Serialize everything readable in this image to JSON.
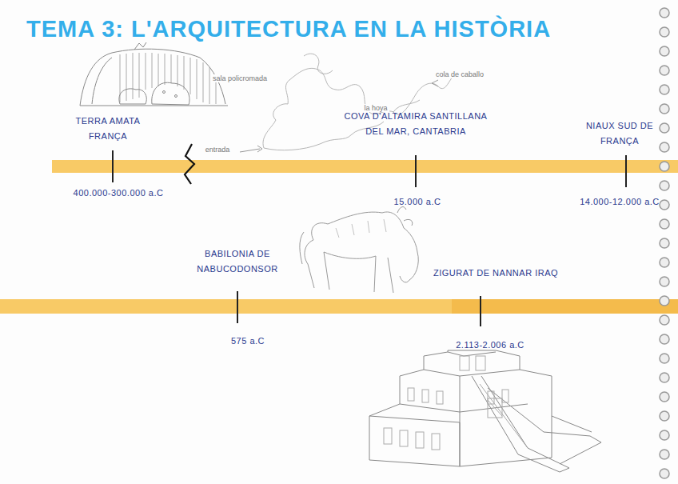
{
  "diagram": {
    "title": "TEMA 3: L'ARQUITECTURA EN LA HISTÒRIA",
    "labels": [
      "sala policromada",
      "cola de caballo",
      "la hoya",
      "entrada",
      "TERRA AMATA FRANÇA",
      "COVA D'ALTAMIRA SANTILLANA DEL MAR, CANTABRIA",
      "NIAUX SUD DE FRANÇA",
      "400.000-300.000 a.C",
      "15.000 a.C",
      "14.000-12.000 a.C",
      "BABILONIA DE NABUCODONSOR",
      "ZIGURAT DE NANNAR IRAQ",
      "575 a.C",
      "2.113-2.006 a.C"
    ]
  }
}
